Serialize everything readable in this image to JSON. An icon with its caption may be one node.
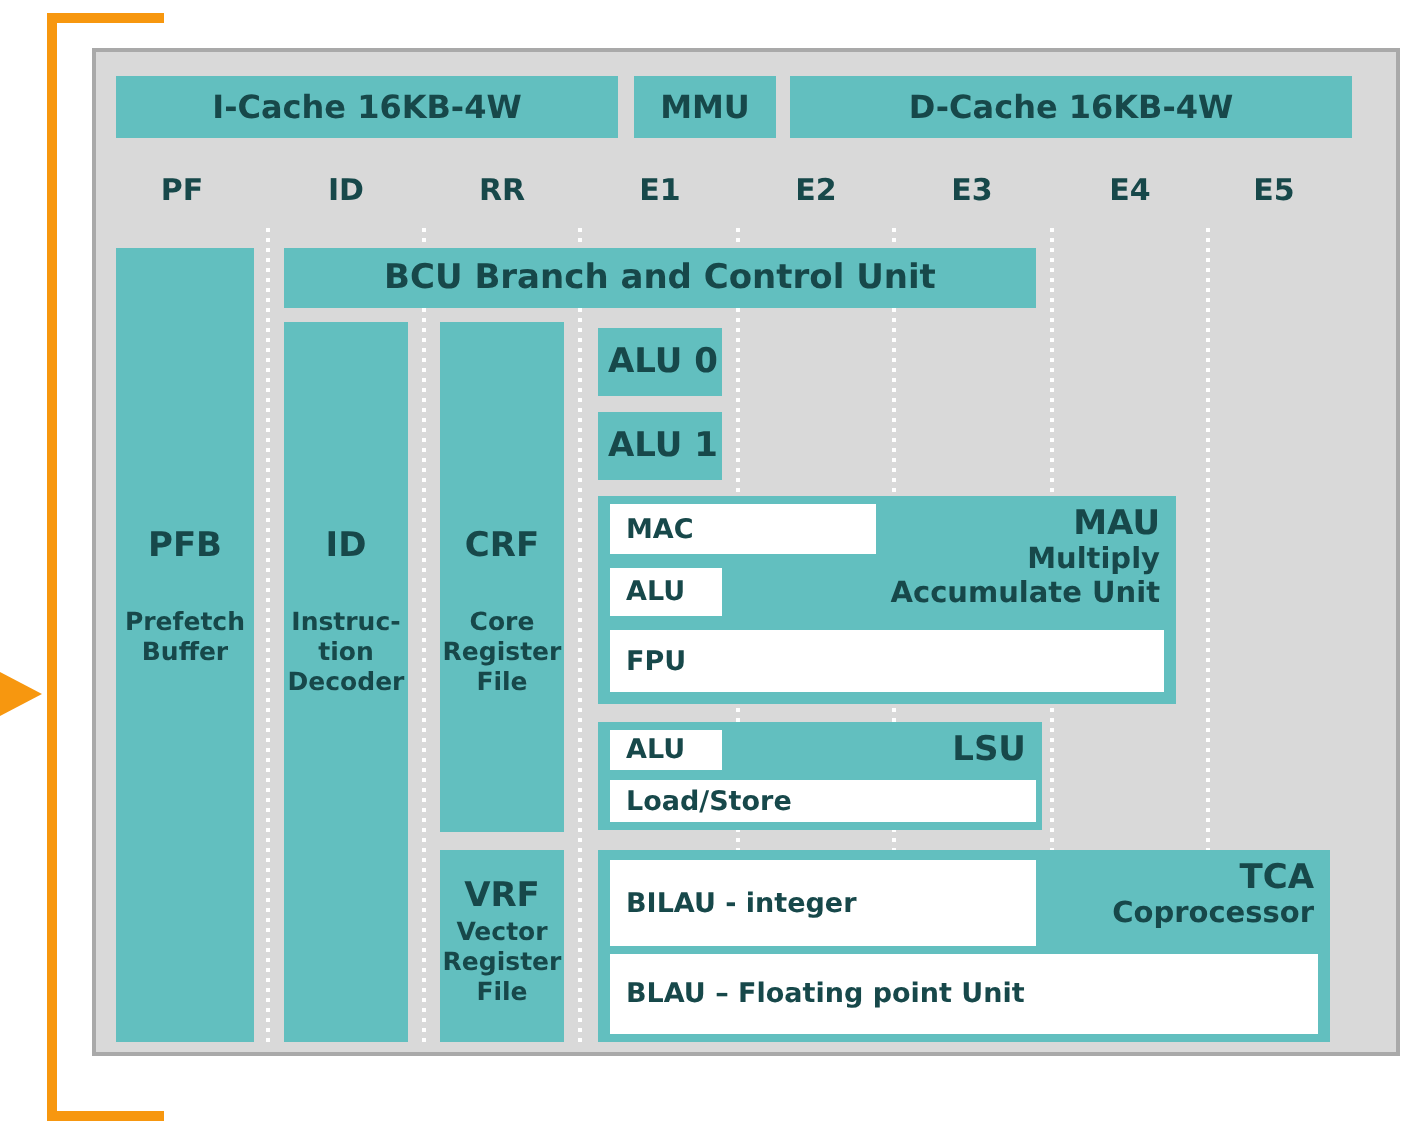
{
  "diagram": {
    "nodes": [
      {
        "text": [
          "I-Cache 16KB-4W"
        ]
      },
      {
        "text": [
          "MMU"
        ]
      },
      {
        "text": [
          "D-Cache 16KB-4W"
        ]
      },
      {
        "text": [
          "BCU Branch and Control Unit"
        ]
      },
      {
        "text": [
          "PFB",
          "Prefetch Buffer"
        ]
      },
      {
        "text": [
          "ID",
          "Instruc-tion Decoder"
        ]
      },
      {
        "text": [
          "CRF",
          "Core Register File"
        ]
      },
      {
        "text": [
          "VRF",
          "Vector Register File"
        ]
      },
      {
        "text": [
          "ALU 0"
        ]
      },
      {
        "text": [
          "ALU 1"
        ]
      },
      {
        "text": [
          "MAU",
          "Multiply Accumulate Unit"
        ]
      },
      {
        "text": [
          "MAC"
        ],
        "in": 10
      },
      {
        "text": [
          "ALU"
        ],
        "in": 10
      },
      {
        "text": [
          "FPU"
        ],
        "in": 10
      },
      {
        "text": [
          "LSU"
        ]
      },
      {
        "text": [
          "ALU"
        ],
        "in": 14
      },
      {
        "text": [
          "Load/Store"
        ],
        "in": 14
      },
      {
        "text": [
          "TCA",
          "Coprocessor"
        ]
      },
      {
        "text": [
          "BILAU - integer"
        ],
        "in": 17
      },
      {
        "text": [
          "BLAU – Floating point Unit"
        ],
        "in": 17
      }
    ],
    "labels": [
      "PF",
      "ID",
      "RR",
      "E1",
      "E2",
      "E3",
      "E4",
      "E5"
    ]
  }
}
